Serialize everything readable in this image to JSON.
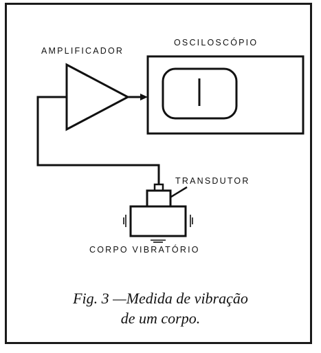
{
  "labels": {
    "amplifier": "AMPLIFICADOR",
    "oscilloscope": "OSCILOSCÓPIO",
    "transducer": "TRANSDUTOR",
    "vibrating_body": "CORPO VIBRATÓRIO"
  },
  "caption": {
    "line1": "Fig. 3 —Medida de vibração",
    "line2": "de um corpo."
  }
}
